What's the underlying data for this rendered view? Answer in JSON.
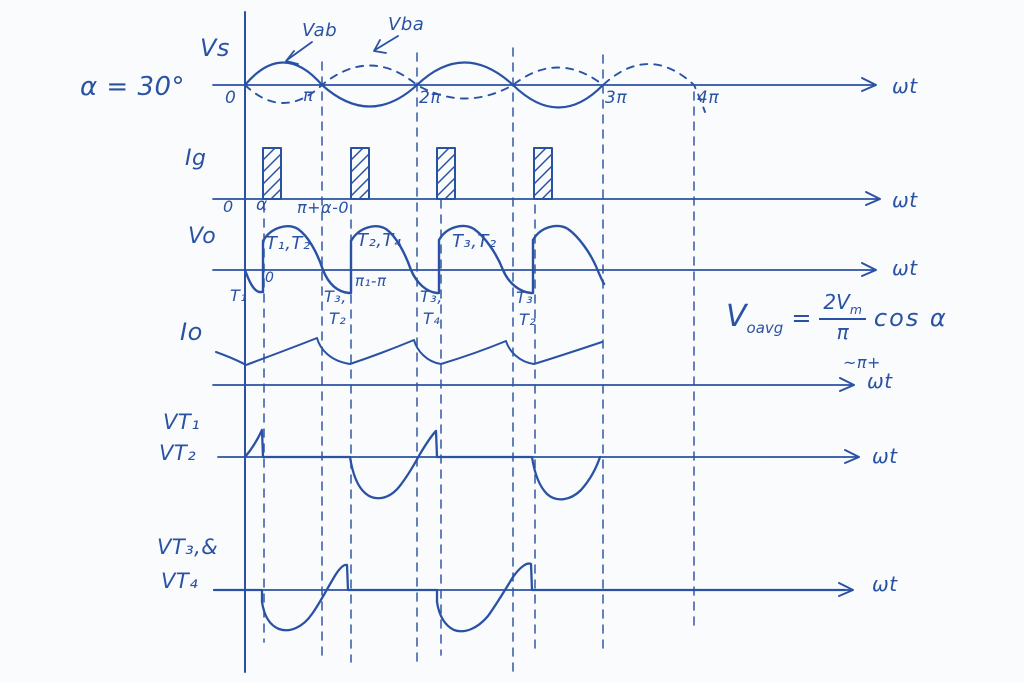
{
  "ink_color": "#2a52a4",
  "alpha_label": "α = 30°",
  "vs": {
    "label": "Vs",
    "vab": "Vab",
    "vba": "Vba",
    "ticks": [
      "0",
      "π",
      "2π",
      "3π",
      "4π"
    ],
    "axis_label": "ωt"
  },
  "ig": {
    "label": "Ig",
    "zero": "0",
    "alpha_tick": "α",
    "pulse_tick": "π+α-0",
    "axis_label": "ωt"
  },
  "vo": {
    "label": "Vo",
    "hump_labels": [
      "T₁,T₂",
      "T₂,T₄",
      "T₃,T₂"
    ],
    "zero": "0",
    "first_pair": "T₁",
    "pi_tick": "π₁-π",
    "pairs": [
      [
        "T₃,",
        "T₂"
      ],
      [
        "T₃,",
        "T₄"
      ],
      [
        "T₃",
        "T₂"
      ]
    ],
    "axis_label": "ωt"
  },
  "io": {
    "label": "Io",
    "pre_axis_note": "~π+",
    "axis_label": "ωt"
  },
  "formula": {
    "lhs": "V",
    "lhs_sub": "oavg",
    "equals": "=",
    "numerator": "2V",
    "numerator_sub": "m",
    "denominator": "π",
    "factor": "cos α"
  },
  "vt12": {
    "label_top": "VT₁",
    "label_bottom": "VT₂",
    "axis_label": "ωt"
  },
  "vt34": {
    "label_top": "VT₃,&",
    "label_bottom": "VT₄",
    "axis_label": "ωt"
  }
}
